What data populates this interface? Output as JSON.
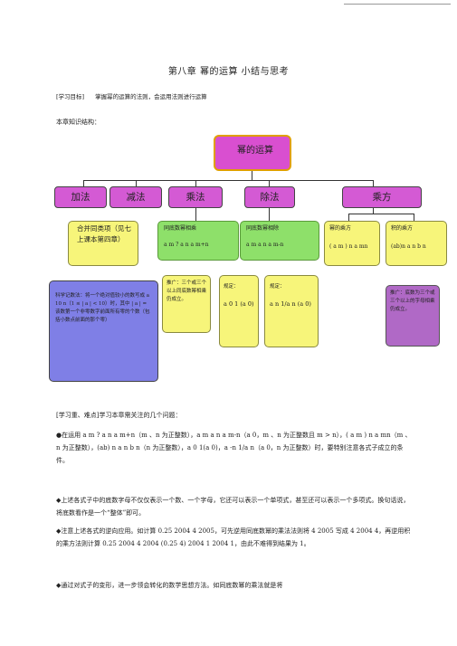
{
  "header": {
    "title": "第八章  幂的运算  小结与思考"
  },
  "goal": {
    "label": "[学习目标]",
    "text": "掌握幂的运算的法则，会运用法则进行运算"
  },
  "structure_label": "本章知识结构：",
  "diagram": {
    "root": "幂的运算",
    "ops": [
      "加法",
      "减法",
      "乘法",
      "除法",
      "乘方"
    ],
    "add_sub": "合并同类项（见七上课本第四章）",
    "mult_rule": "同底数幂相乘",
    "mult_formula": "a m ? a n  a m+n",
    "div_rule": "同底数幂相除",
    "div_formula": "a m  a n  a m-n",
    "pow_rule": "幂的乘方",
    "pow_formula": "( a m ) n  a mn",
    "prod_rule": "积的乘方",
    "prod_formula": "(ab)n  a n b n",
    "sci": "科学记数法：将一个绝对值较小的数写成 a 10 n（1 ≤ | a | < 10）时，其中 | a | = 该数第一个非零数字前面所有零的个数（包括小数点前面的那个零）",
    "ext_mult": "推广：三个或三个以上同底数幂相乘仍成立。",
    "zero_rule_label": "规定：",
    "zero_rule": "a 0  1 (a  0)",
    "neg_rule_label": "规定：",
    "neg_rule": "a n  1/a n (a  0)",
    "ext_prod": "推广：底数为三个或三个以上的字母相乘仍成立。"
  },
  "body": {
    "heading": "[学习重、难点]学习本章需关注的几个问题：",
    "p1": "●在运用 a m ? a n  a m+n（m 、n 为正整数），a m  a n  a m-n（a 0，m 、n 为正整数且 m > n），( a m ) n  a mn（m 、n 为正整数），(ab) n  a n b n（n 为正整数），a 0  1(a 0)，a -n  1/a n（a 0，n 为正整数）时，要特别注意各式子成立的条件。",
    "p2": "◆上述各式子中的底数字母不仅仅表示一个数、一个字母，它还可以表示一个单项式，甚至还可以表示一个多项式。换句话说，将底数看作是一个“整体”即可。",
    "p3": "◆注意上述各式的逆向应用。如计算 0.25 2004  4 2005，可先逆用同底数幂的乘法法则将 4 2005 写成 4 2004  4，再逆用积的乘方法则计算 0.25 2004  4 2004  (0.25  4) 2004  1 2004  1，由此不难得到结果为 1。",
    "p4": "◆通过对式子的变形，进一步领会转化的数学思想方法。如同底数幂的乘法就是将"
  }
}
